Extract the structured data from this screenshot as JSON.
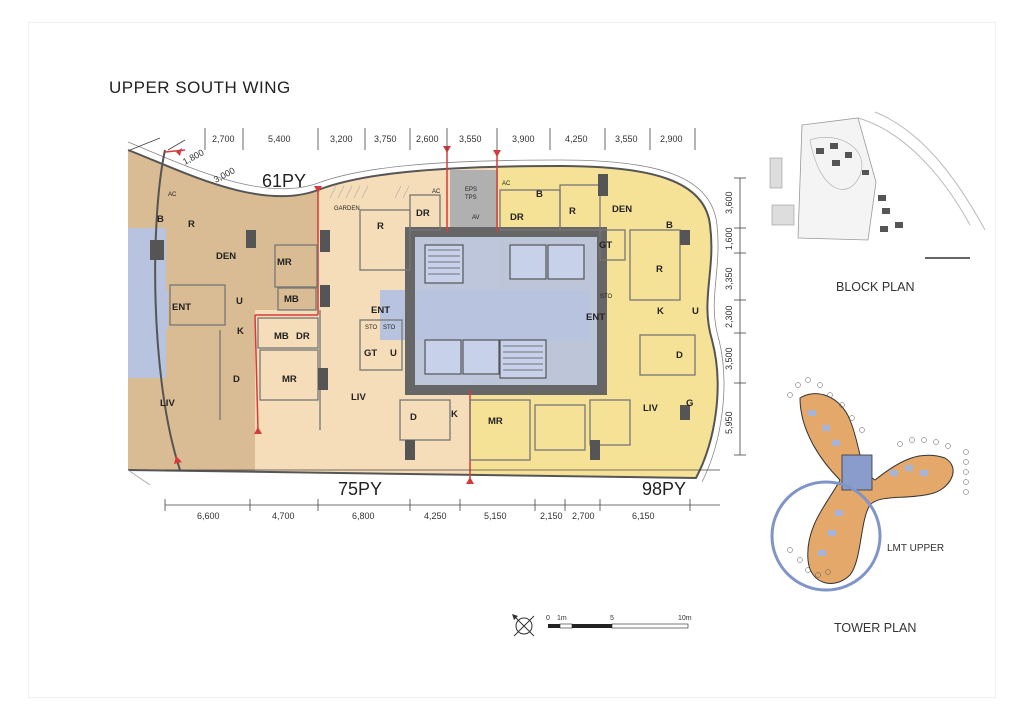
{
  "title": "UPPER SOUTH WING",
  "units": {
    "u61": "61PY",
    "u75": "75PY",
    "u98": "98PY"
  },
  "top_dims": [
    "2,700",
    "5,400",
    "3,200",
    "3,750",
    "2,600",
    "3,550",
    "3,900",
    "4,250",
    "3,550",
    "2,900"
  ],
  "diag_dims": [
    "1,800",
    "3,000"
  ],
  "bottom_dims": [
    "6,600",
    "4,700",
    "6,800",
    "4,250",
    "5,150",
    "2,150",
    "2,700",
    "6,150"
  ],
  "right_dims": [
    "3,600",
    "1,600",
    "3,350",
    "2,300",
    "3,500",
    "5,950"
  ],
  "rooms": {
    "ac": "AC",
    "b": "B",
    "r": "R",
    "den": "DEN",
    "mr": "MR",
    "mb": "MB",
    "dr": "DR",
    "ent": "ENT",
    "u": "U",
    "k": "K",
    "d": "D",
    "liv": "LIV",
    "garden": "GARDEN",
    "eps": "EPS",
    "tps": "TPS",
    "av": "AV",
    "gt": "GT",
    "sto": "STO",
    "g": "G"
  },
  "scale": {
    "s0": "0",
    "s1": "1m",
    "s5": "5",
    "s10": "10m"
  },
  "block_plan_label": "BLOCK PLAN",
  "tower_plan_label": "TOWER PLAN",
  "lmt_label": "LMT UPPER",
  "colors": {
    "u61": "#d9bc94",
    "u75": "#f6ddb9",
    "u98": "#f6e296",
    "core": "#b7c3df",
    "wall": "#666666",
    "highlight": "#7f95c8",
    "marker": "#d63b3b"
  }
}
